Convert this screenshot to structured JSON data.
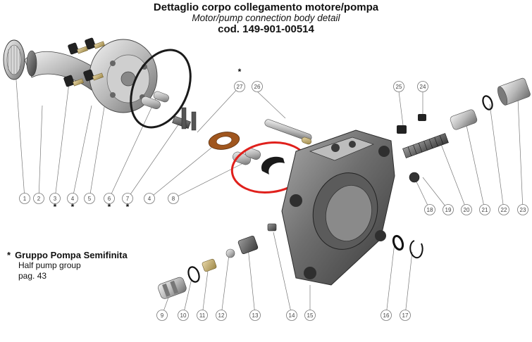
{
  "header": {
    "title_it": "Dettaglio corpo collegamento motore/pompa",
    "title_en": "Motor/pump connection body detail",
    "code": "cod. 149-901-00514"
  },
  "note": {
    "marker": "*",
    "title": "Gruppo Pompa Semifinita",
    "subtitle": "Half pump group",
    "page": "pag. 43"
  },
  "colors": {
    "highlight_ring": "#e0201c",
    "gasket": "#a0561e"
  },
  "callouts": {
    "items": [
      "1",
      "2",
      "3",
      "4",
      "5",
      "6",
      "7",
      "4",
      "8",
      "9",
      "10",
      "11",
      "12",
      "13",
      "14",
      "15",
      "16",
      "17",
      "18",
      "19",
      "20",
      "21",
      "22",
      "23",
      "24",
      "25",
      "26",
      "27"
    ],
    "starred": [
      "3",
      "4",
      "6",
      "7",
      "27"
    ],
    "star_symbol": "*"
  }
}
